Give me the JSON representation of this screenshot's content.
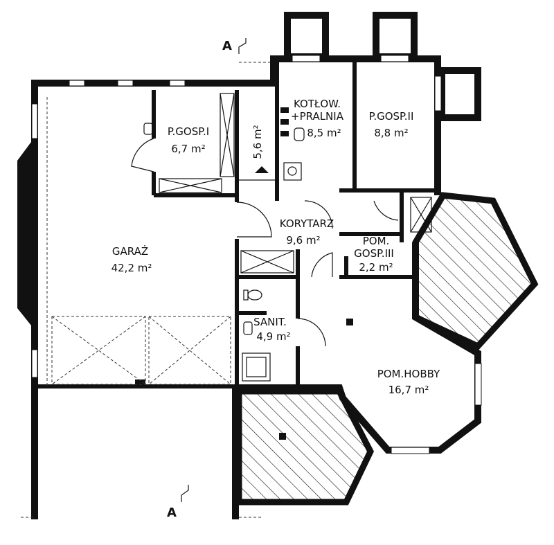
{
  "section_marks": [
    "A",
    "A"
  ],
  "rooms": {
    "kotlownia": {
      "name_line1": "KOTŁOW.",
      "name_line2": "+PRALNIA",
      "area": "8,5 m²"
    },
    "pgosp2": {
      "name": "P.GOSP.II",
      "area": "8,8 m²"
    },
    "pgosp1": {
      "name": "P.GOSP.I",
      "area": "6,7 m²"
    },
    "stairs": {
      "area": "5,6 m²"
    },
    "garaz": {
      "name": "GARAŻ",
      "area": "42,2 m²"
    },
    "korytarz": {
      "name": "KORYTARZ",
      "area": "9,6 m²"
    },
    "pgosp3": {
      "name_line1": "POM.",
      "name_line2": "GOSP.III",
      "area": "2,2 m²"
    },
    "sanit": {
      "name": "SANIT.",
      "area": "4,9 m²"
    },
    "hobby": {
      "name": "POM.HOBBY",
      "area": "16,7 m²"
    }
  }
}
